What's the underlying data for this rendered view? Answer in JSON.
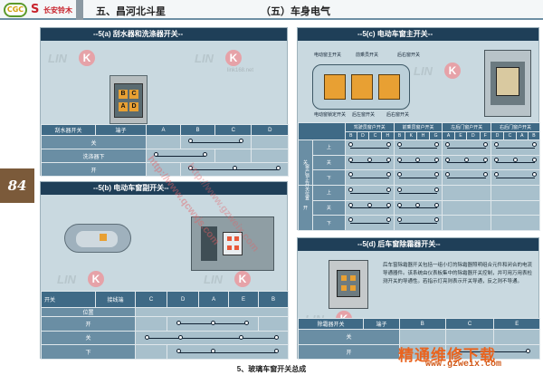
{
  "header": {
    "logo_main": "CGC",
    "logo_brand": "S",
    "logo_text": "长安铃木",
    "title": "五、昌河北斗星",
    "section": "（五）车身电气"
  },
  "side_page_number": "84",
  "watermark": {
    "brand": "LIN",
    "k": "K",
    "cn": "凌凯",
    "sub": "link168.net",
    "diag": "http://www.qcwxjs.com",
    "diag2": "http://www.gzweix.com"
  },
  "panel_a": {
    "title": "--5(a) 刮水器和洗涤器开关--",
    "table": {
      "corner_top": "端子",
      "corner_left": "刮水器开关",
      "columns": [
        "A",
        "B",
        "C",
        "D"
      ],
      "rows": [
        {
          "label": "关",
          "dots": [
            1,
            2
          ]
        },
        {
          "label": "洗涤器下",
          "dots": [
            0,
            1
          ]
        },
        {
          "label": "开",
          "dots": [
            1,
            2,
            3
          ]
        }
      ]
    },
    "connector_labels": [
      "B",
      "C",
      "A",
      "D"
    ]
  },
  "panel_b": {
    "title": "--5(b) 电动车窗副开关--",
    "table": {
      "col_header_left": "开关",
      "col_header_pos": "位置",
      "col_header_term": "接线端",
      "columns": [
        "C",
        "D",
        "A",
        "E",
        "B"
      ],
      "rows": [
        {
          "label": "开",
          "dots": [
            1,
            2,
            3
          ]
        },
        {
          "label": "关",
          "dots": [
            0,
            1,
            3,
            4
          ]
        },
        {
          "label": "下",
          "dots": [
            1,
            2,
            4
          ]
        }
      ]
    }
  },
  "panel_c": {
    "title": "--5(c) 电动车窗主开关--",
    "callouts": [
      "电动窗主开关",
      "前乘员开关",
      "后右窗开关",
      "电动窗锁定开关",
      "后左窗开关",
      "后右窗开关"
    ],
    "table": {
      "groups": [
        "驾驶员窗户开关",
        "前乘员窗户开关",
        "左后门窗户开关",
        "右后门窗户开关"
      ],
      "columns": [
        "B",
        "D",
        "C",
        "H",
        "B",
        "K",
        "H",
        "G",
        "A",
        "E",
        "D",
        "F",
        "D",
        "C",
        "A",
        "B"
      ],
      "side_label": "窗户锁止开关位置",
      "sections": [
        {
          "label": "关",
          "rows": [
            "上",
            "关",
            "下"
          ]
        },
        {
          "label": "开",
          "rows": [
            "上",
            "关",
            "下"
          ]
        }
      ]
    }
  },
  "panel_d": {
    "title": "--5(d) 后车窗除霜器开关--",
    "text": "后车窗除霜器开关包括一组小灯的除霜器照明组合元件和闭合的电流导通器件。该系统由仪表板集中的除霜器开关控制，并可用万用表检测开关的导通性。若指示灯亮则表示开关导通，反之则不导通。",
    "table": {
      "corner": "除霜器开关",
      "term": "端子",
      "columns": [
        "B",
        "C",
        "E"
      ],
      "rows": [
        {
          "label": "关",
          "dots": []
        },
        {
          "label": "开",
          "dots": [
            1,
            2
          ]
        }
      ]
    }
  },
  "caption": "5、玻璃车窗开关总成",
  "site_logo": "精通维修下载",
  "site_url": "www.gzweix.com"
}
